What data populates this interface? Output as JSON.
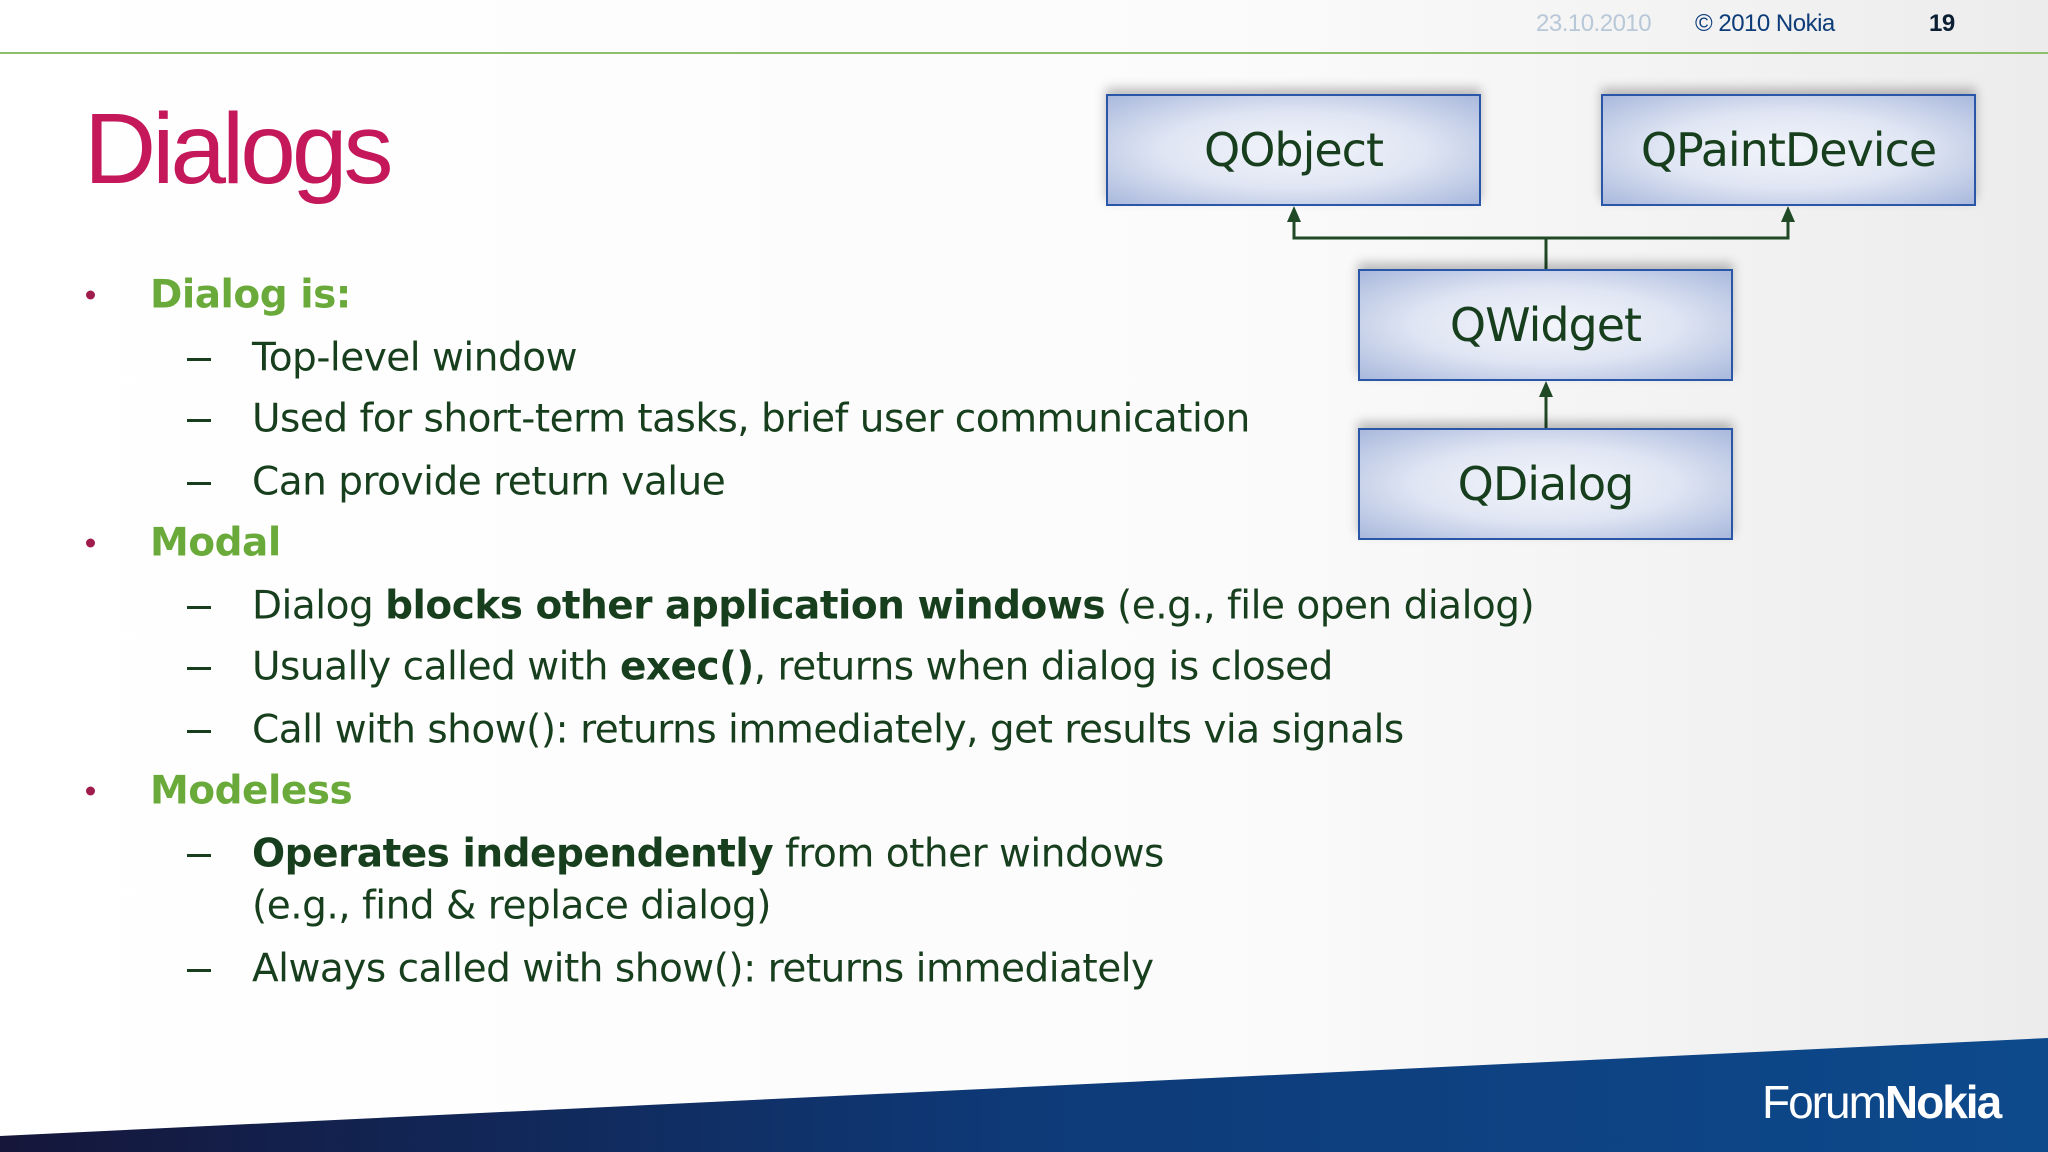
{
  "header": {
    "date": "23.10.2010",
    "copyright": "© 2010 Nokia",
    "page_number": "19"
  },
  "title": "Dialogs",
  "bullets": [
    {
      "heading": "Dialog is:",
      "items": [
        "Top-level window",
        "Used for short-term tasks, brief user communication",
        "Can provide return value"
      ]
    },
    {
      "heading": "Modal",
      "items": [
        {
          "pre": "Dialog ",
          "bold": "blocks other application windows",
          "post": " (e.g., file open dialog)"
        },
        {
          "pre": "Usually called with ",
          "bold": "exec()",
          "post": ", returns when dialog is closed"
        },
        "Call with show(): returns immediately, get results via signals"
      ]
    },
    {
      "heading": "Modeless",
      "items": [
        {
          "pre": "",
          "bold": "Operates independently",
          "post": " from other windows",
          "cont": "(e.g., find & replace dialog)"
        },
        "Always called with show(): returns immediately"
      ]
    }
  ],
  "diagram": {
    "nodes": [
      "QObject",
      "QPaintDevice",
      "QWidget",
      "QDialog"
    ],
    "edges": [
      [
        "QWidget",
        "QObject"
      ],
      [
        "QWidget",
        "QPaintDevice"
      ],
      [
        "QDialog",
        "QWidget"
      ]
    ]
  },
  "footer": {
    "logo_light": "Forum",
    "logo_bold": "Nokia"
  },
  "colors": {
    "title": "#c4185a",
    "heading": "#6aaa3a",
    "text": "#173f1d",
    "box_border": "#2a56a8",
    "footer": "#0d4a8c"
  }
}
